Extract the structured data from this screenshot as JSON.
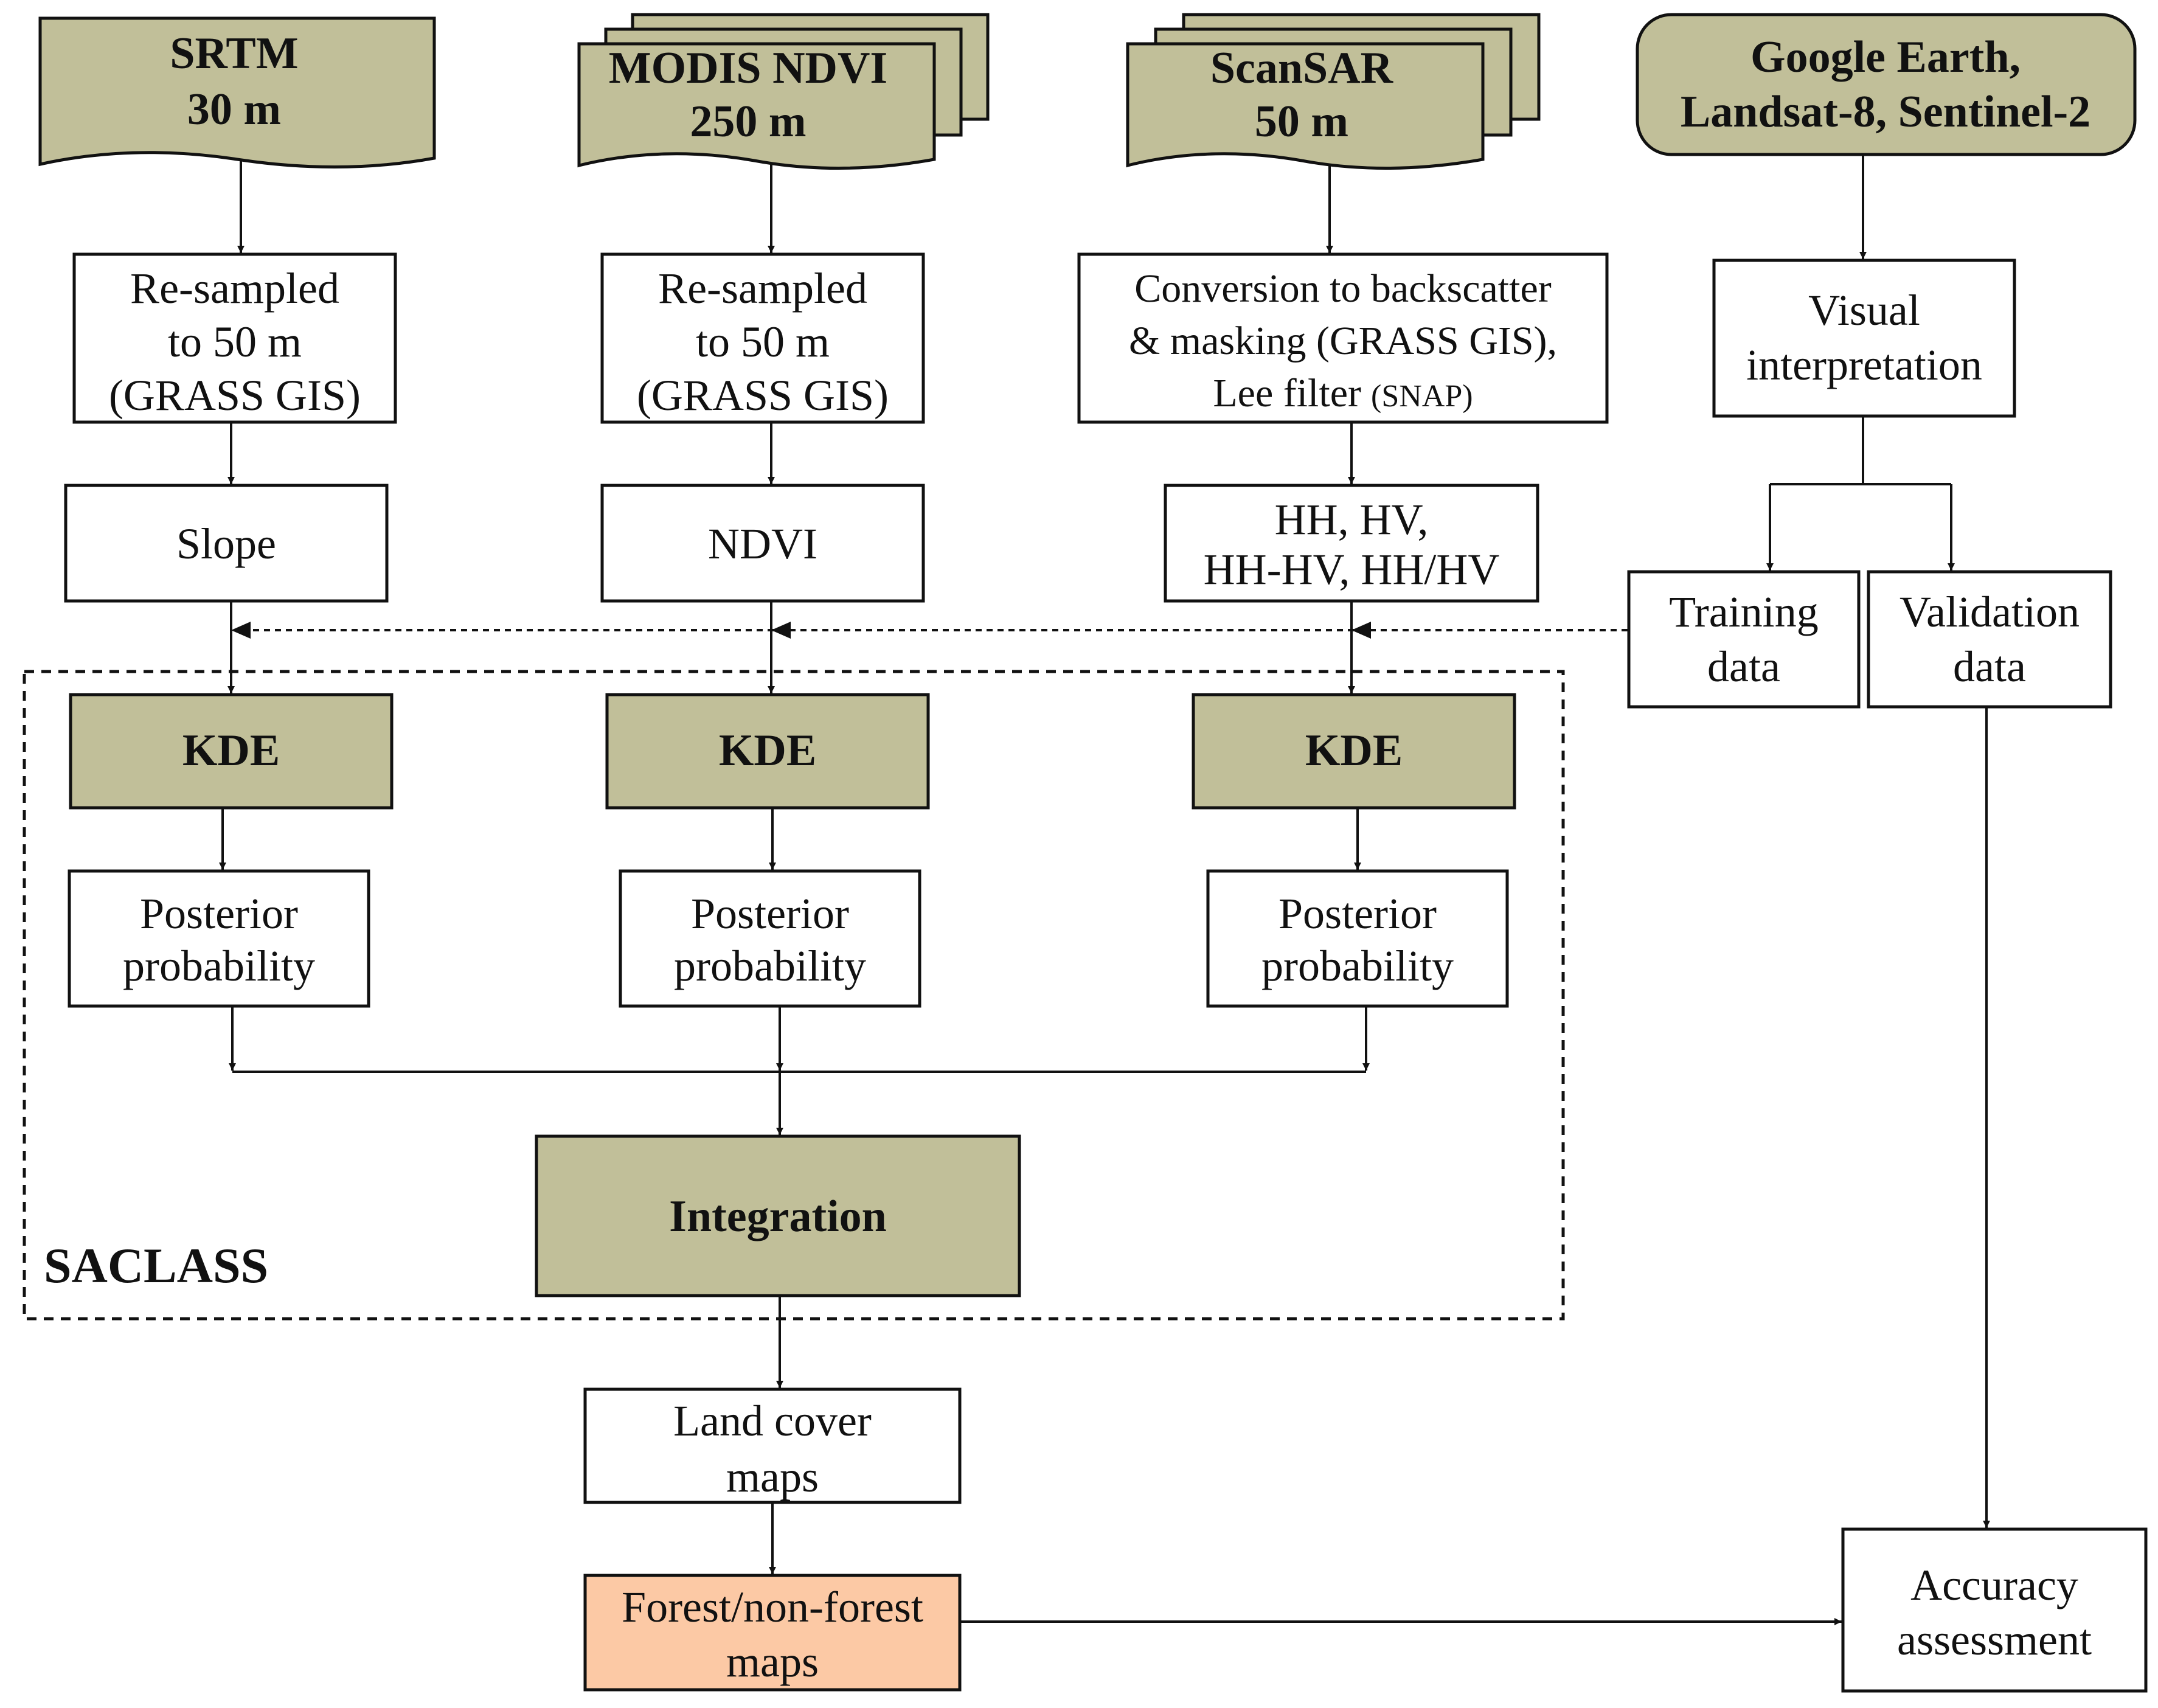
{
  "colors": {
    "olive_fill": "#c1bf99",
    "orange_fill": "#fcc9a5",
    "stroke": "#111111",
    "background": "#ffffff"
  },
  "sources": {
    "srtm": [
      "SRTM",
      "30 m"
    ],
    "modis": [
      "MODIS NDVI",
      "250 m"
    ],
    "scansar": [
      "ScanSAR",
      "50 m"
    ],
    "google": [
      "Google Earth,",
      "Landsat-8, Sentinel-2"
    ]
  },
  "processing": {
    "resample_srtm": [
      "Re-sampled",
      "to 50 m",
      "(GRASS GIS)"
    ],
    "resample_modis": [
      "Re-sampled",
      "to 50 m",
      "(GRASS GIS)"
    ],
    "conversion": [
      "Conversion to backscatter",
      "& masking (GRASS GIS),",
      "Lee filter"
    ],
    "conversion_tool": "(SNAP)",
    "visual": [
      "Visual",
      "interpretation"
    ],
    "slope": "Slope",
    "ndvi": "NDVI",
    "polar": [
      "HH, HV,",
      "HH-HV, HH/HV"
    ],
    "training": [
      "Training",
      "data"
    ],
    "validation": [
      "Validation",
      "data"
    ]
  },
  "saclass": {
    "label": "SACLASS",
    "kde": "KDE",
    "posterior": [
      "Posterior",
      "probability"
    ],
    "integration": "Integration"
  },
  "outputs": {
    "landcover": [
      "Land cover",
      "maps"
    ],
    "forest": [
      "Forest/non-forest",
      "maps"
    ],
    "accuracy": [
      "Accuracy",
      "assessment"
    ]
  }
}
